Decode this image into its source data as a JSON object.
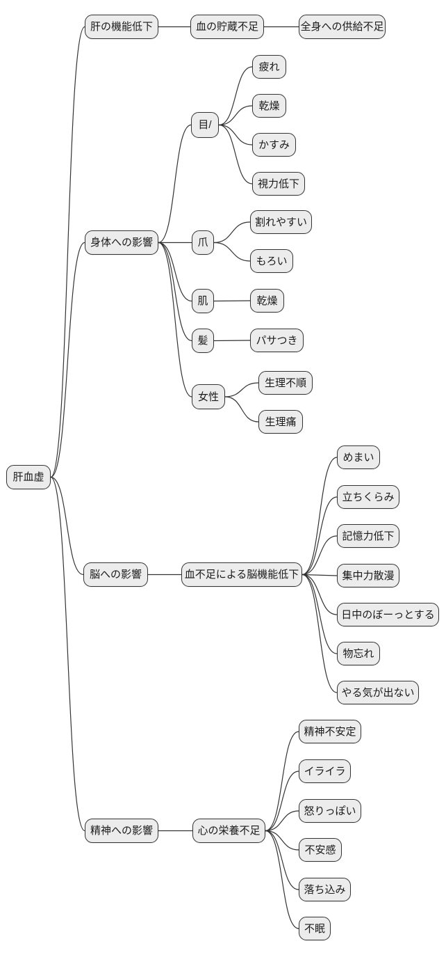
{
  "diagram": {
    "type": "mindmap-flowchart-lr",
    "language": "ja",
    "topic": "肝血虚",
    "colors": {
      "background": "#ffffff",
      "node_fill": "#ececec",
      "node_border": "#333333",
      "edge": "#333333",
      "text": "#1a1a1a"
    }
  },
  "nodes": [
    {
      "id": "root",
      "parent": null,
      "label": "肝血虚"
    },
    {
      "id": "liver-function",
      "parent": "root",
      "label": "肝の機能低下"
    },
    {
      "id": "blood-storage",
      "parent": "liver-function",
      "label": "血の貯蔵不足"
    },
    {
      "id": "supply-shortage",
      "parent": "blood-storage",
      "label": "全身への供給不足"
    },
    {
      "id": "body-effects",
      "parent": "root",
      "label": "身体への影響"
    },
    {
      "id": "eyes",
      "parent": "body-effects",
      "label": "目/"
    },
    {
      "id": "eye-fatigue",
      "parent": "eyes",
      "label": "疲れ"
    },
    {
      "id": "eye-dryness",
      "parent": "eyes",
      "label": "乾燥"
    },
    {
      "id": "eye-blur",
      "parent": "eyes",
      "label": "かすみ"
    },
    {
      "id": "eye-vision-loss",
      "parent": "eyes",
      "label": "視力低下"
    },
    {
      "id": "nails",
      "parent": "body-effects",
      "label": "爪"
    },
    {
      "id": "nail-breakable",
      "parent": "nails",
      "label": "割れやすい"
    },
    {
      "id": "nail-fragile",
      "parent": "nails",
      "label": "もろい"
    },
    {
      "id": "skin",
      "parent": "body-effects",
      "label": "肌"
    },
    {
      "id": "skin-dryness",
      "parent": "skin",
      "label": "乾燥"
    },
    {
      "id": "hair",
      "parent": "body-effects",
      "label": "髪"
    },
    {
      "id": "hair-dryness",
      "parent": "hair",
      "label": "パサつき"
    },
    {
      "id": "women",
      "parent": "body-effects",
      "label": "女性"
    },
    {
      "id": "irregular-period",
      "parent": "women",
      "label": "生理不順"
    },
    {
      "id": "period-pain",
      "parent": "women",
      "label": "生理痛"
    },
    {
      "id": "brain-effects",
      "parent": "root",
      "label": "脳への影響"
    },
    {
      "id": "brain-hypofunction",
      "parent": "brain-effects",
      "label": "血不足による脳機能低下"
    },
    {
      "id": "dizziness",
      "parent": "brain-hypofunction",
      "label": "めまい"
    },
    {
      "id": "lightheadedness",
      "parent": "brain-hypofunction",
      "label": "立ちくらみ"
    },
    {
      "id": "memory-decline",
      "parent": "brain-hypofunction",
      "label": "記憶力低下"
    },
    {
      "id": "poor-concentration",
      "parent": "brain-hypofunction",
      "label": "集中力散漫"
    },
    {
      "id": "daytime-fog",
      "parent": "brain-hypofunction",
      "label": "日中のぼーっとする"
    },
    {
      "id": "forgetfulness",
      "parent": "brain-hypofunction",
      "label": "物忘れ"
    },
    {
      "id": "no-motivation",
      "parent": "brain-hypofunction",
      "label": "やる気が出ない"
    },
    {
      "id": "mental-effects",
      "parent": "root",
      "label": "精神への影響"
    },
    {
      "id": "heart-malnutrition",
      "parent": "mental-effects",
      "label": "心の栄養不足"
    },
    {
      "id": "mental-instability",
      "parent": "heart-malnutrition",
      "label": "精神不安定"
    },
    {
      "id": "irritability",
      "parent": "heart-malnutrition",
      "label": "イライラ"
    },
    {
      "id": "short-temper",
      "parent": "heart-malnutrition",
      "label": "怒りっぽい"
    },
    {
      "id": "anxiety",
      "parent": "heart-malnutrition",
      "label": "不安感"
    },
    {
      "id": "low-mood",
      "parent": "heart-malnutrition",
      "label": "落ち込み"
    },
    {
      "id": "insomnia",
      "parent": "heart-malnutrition",
      "label": "不眠"
    }
  ]
}
